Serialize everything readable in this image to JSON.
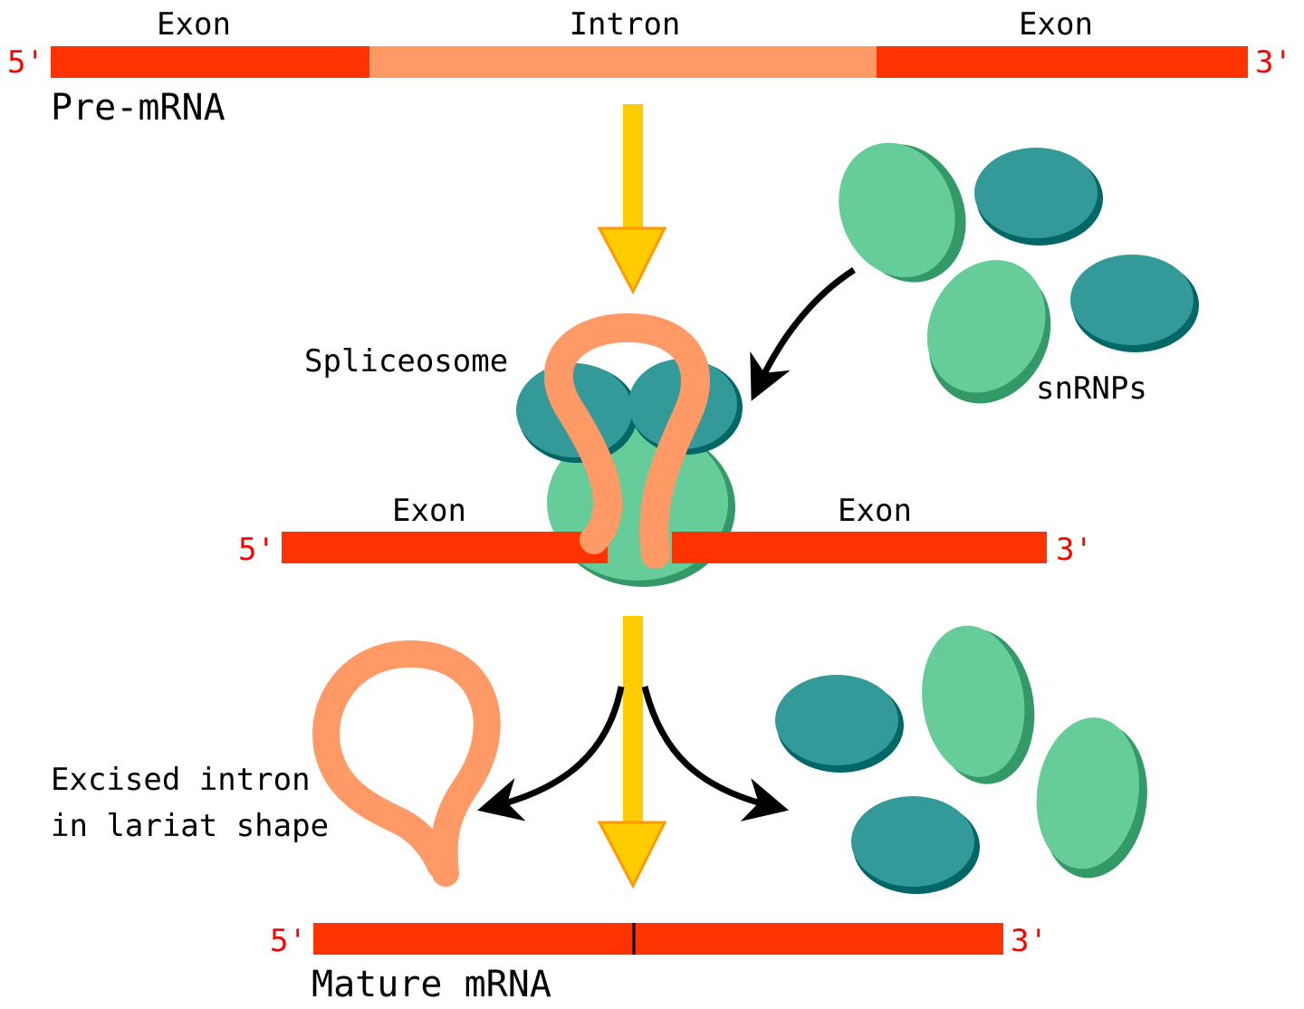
{
  "colors": {
    "exon": "#ff3300",
    "intron": "#ff9966",
    "end_label": "#ff0000",
    "arrow_yellow": "#ffcc00",
    "arrow_yellow_edge": "#ff9900",
    "snrnp_dark": "#339999",
    "snrnp_dark_shadow": "#006666",
    "snrnp_light": "#66cc99",
    "snrnp_light_shadow": "#339966",
    "text": "#000000"
  },
  "pre_mrna": {
    "label": "Pre-mRNA",
    "five_prime": "5'",
    "three_prime": "3'",
    "exon_left": "Exon",
    "intron": "Intron",
    "exon_right": "Exon"
  },
  "spliceosome": {
    "label": "Spliceosome",
    "snrnps_label": "snRNPs",
    "five_prime": "5'",
    "three_prime": "3'",
    "exon_left": "Exon",
    "exon_right": "Exon"
  },
  "products": {
    "lariat_label_line1": "Excised intron",
    "lariat_label_line2": "in lariat shape",
    "mature_label": "Mature mRNA",
    "five_prime": "5'",
    "three_prime": "3'"
  },
  "icons": {
    "process_arrow": "arrow-down-icon",
    "curved_arrow": "curved-arrow-icon"
  }
}
